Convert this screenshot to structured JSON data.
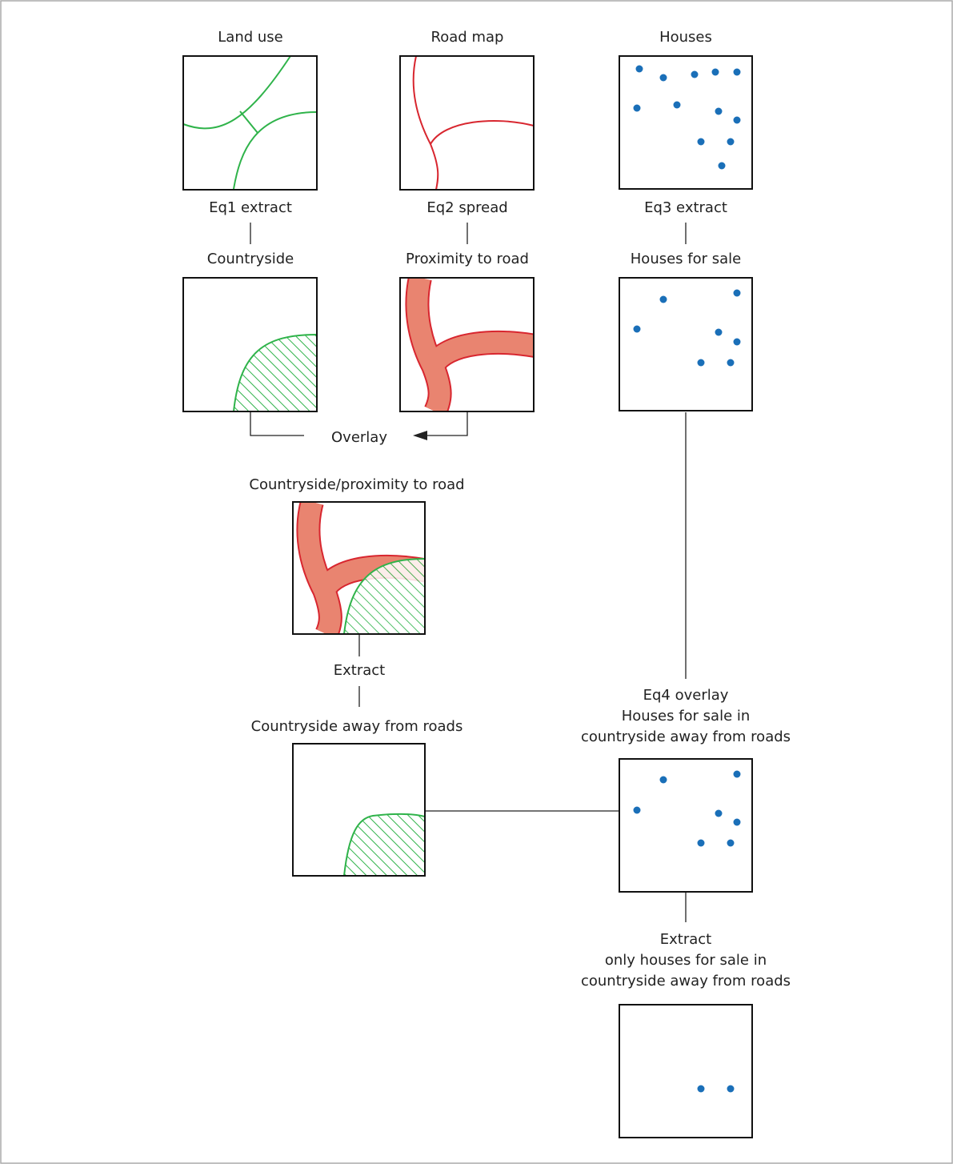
{
  "colors": {
    "frame": "#aaaaaa",
    "box": "#111111",
    "connector": "#222222",
    "land_line": "#2fb34a",
    "road_line": "#d8262f",
    "road_fill": "#e98470",
    "house_dot": "#1a6fb8",
    "hatch": "#2fb34a"
  },
  "icons": {
    "house": "blue-dot",
    "countryside": "green-hatched-area",
    "road_buffer": "salmon-road-band"
  },
  "labels": {
    "land_use": "Land use",
    "road_map": "Road map",
    "houses": "Houses",
    "eq1": "Eq1 extract",
    "eq2": "Eq2 spread",
    "eq3": "Eq3 extract",
    "countryside": "Countryside",
    "proximity": "Proximity to road",
    "houses_for_sale": "Houses for sale",
    "overlay": "Overlay",
    "countryside_proximity": "Countryside/proximity to road",
    "extract1": "Extract",
    "countryside_away": "Countryside away from roads",
    "eq4_line1": "Eq4 overlay",
    "eq4_line2": "Houses for sale in",
    "eq4_line3": "countryside away from roads",
    "extract2_line1": "Extract",
    "extract2_line2": "only houses for sale in",
    "extract2_line3": "countryside away from roads"
  }
}
